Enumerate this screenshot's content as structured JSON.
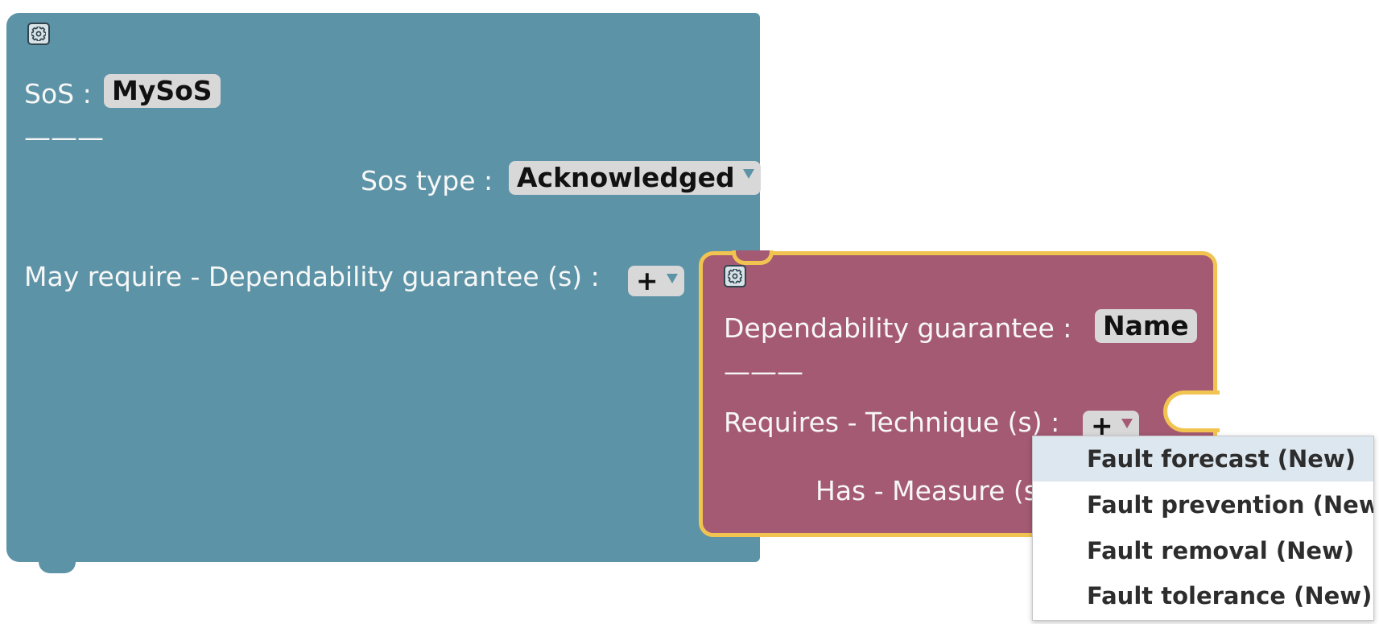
{
  "sos_block": {
    "title_label": "SoS :",
    "name_value": "MySoS",
    "separator": "———",
    "type_label": "Sos type :",
    "type_value": "Acknowledged",
    "requires_label": "May require - Dependability guarantee (s) :",
    "add_button": "+"
  },
  "dependability_block": {
    "title_label": "Dependability guarantee :",
    "name_value": "Name",
    "separator": "———",
    "requires_label": "Requires - Technique (s) :",
    "add_button": "+",
    "measure_label": "Has - Measure (s"
  },
  "dropdown_menu": {
    "items": [
      {
        "label": "Fault forecast (New)",
        "selected": true
      },
      {
        "label": "Fault prevention (New",
        "selected": false
      },
      {
        "label": "Fault removal (New)",
        "selected": false
      },
      {
        "label": "Fault tolerance (New)",
        "selected": false
      }
    ]
  },
  "colors": {
    "sos_block": "#5c93a6",
    "dependability_block": "#a45a72",
    "selection_outline": "#f1c451",
    "field_background": "#d8d8d8"
  },
  "icons": {
    "sos_gear": "gear-icon",
    "dependability_gear": "gear-icon",
    "dropdown_arrow": "dropdown-arrow-icon"
  }
}
